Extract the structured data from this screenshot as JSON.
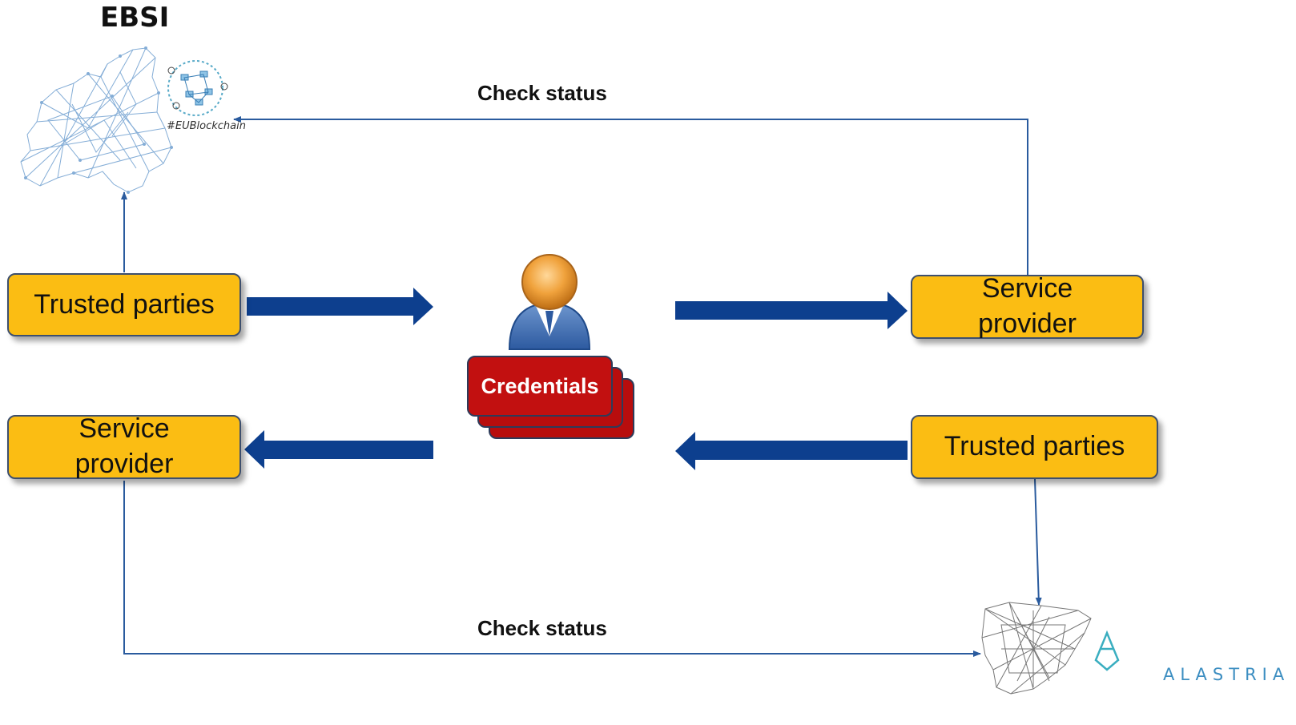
{
  "header": {
    "title": "EBSI"
  },
  "labels": {
    "check_status_top": "Check status",
    "check_status_bottom": "Check status"
  },
  "boxes": {
    "trusted_parties_left": "Trusted parties",
    "service_provider_right": [
      "Service",
      "provider"
    ],
    "service_provider_left": [
      "Service",
      "provider"
    ],
    "trusted_parties_right": "Trusted parties"
  },
  "credentials": {
    "label": "Credentials"
  },
  "ebsi_logo": {
    "hashtag": "#EUBlockchain"
  },
  "alastria_logo": {
    "text": "ALASTRIA"
  },
  "colors": {
    "box_fill": "#fbbd13",
    "arrow_thick": "#0d3f8e",
    "connector": "#2a5b9e",
    "credentials": "#b80d0d",
    "network_map": "#6f9fd0"
  },
  "icons": [
    "user-icon",
    "credentials-stack-icon",
    "eu-network-map",
    "spain-network-map",
    "alastria-logo-icon",
    "blockchain-network-icon"
  ]
}
